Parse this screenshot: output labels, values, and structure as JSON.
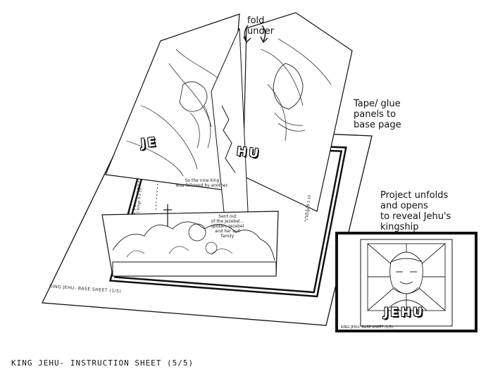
{
  "annotations": {
    "fold_under": "fold\nunder",
    "tape_glue": "Tape/ glue\npanels to\nbase page",
    "project_unfolds": "Project unfolds\nand opens\nto reveal Jehu's\nkingship"
  },
  "base_sheet": {
    "label": "KING JEHU- BASE SHEET (1/5)",
    "side_label": "1 Kings 9 1-10",
    "caption_top": "So the nine king\nwas followed by another.",
    "caption_right": "Sent out\nof the Jezebel...\nspoken, Jezebel\nand her evil family"
  },
  "popup": {
    "left_letters": "JE",
    "right_letters": "HU"
  },
  "preview": {
    "title": "JEHU",
    "label": "KING JEHU- BASE SHEET (1/5)"
  },
  "footer": {
    "title": "KING JEHU- INSTRUCTION SHEET (5/5)"
  },
  "icons": {
    "curved_arrows": "arrow-icon",
    "sword": "sword-icon"
  }
}
